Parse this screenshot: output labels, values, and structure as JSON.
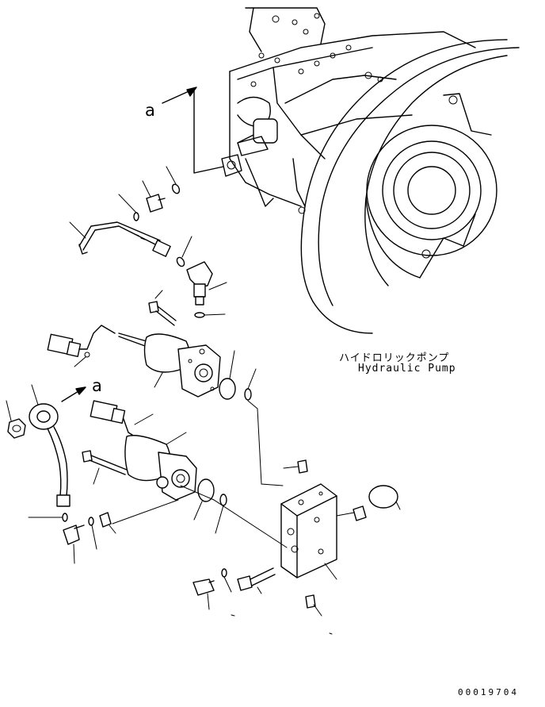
{
  "diagram": {
    "component_name_jp": "ハイドロリックポンプ",
    "component_name_en": "Hydraulic Pump",
    "reference_mark": "a",
    "drawing_number": "00019704"
  }
}
